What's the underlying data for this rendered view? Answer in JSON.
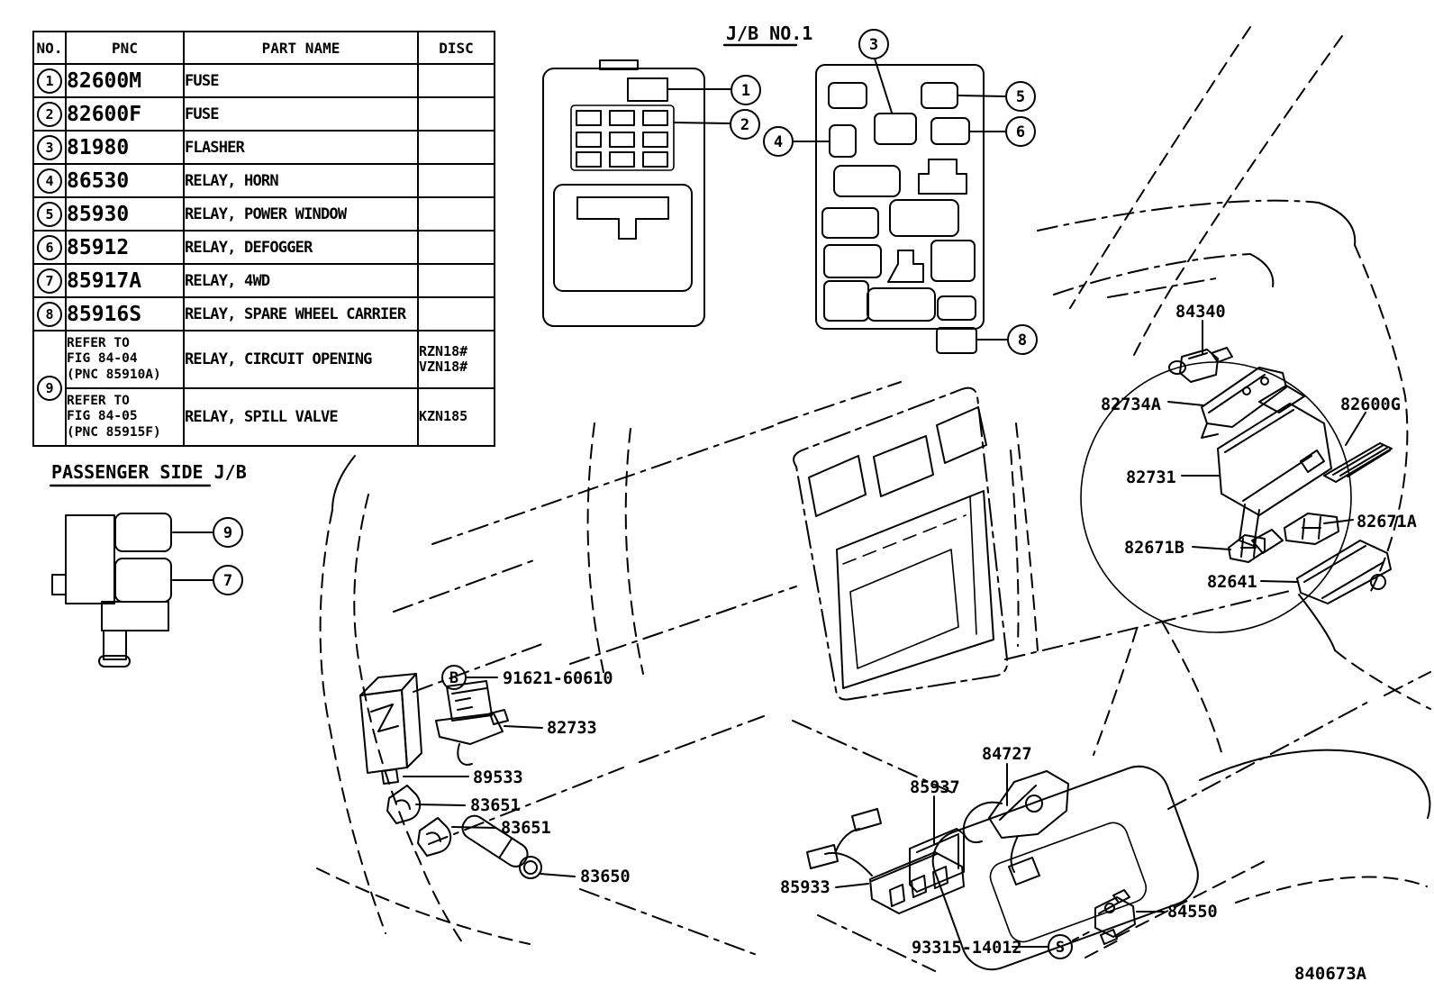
{
  "doc": {
    "code": "840673A"
  },
  "colors": {
    "ink": "#000000",
    "paper": "#ffffff"
  },
  "headings": {
    "jb1": "J/B NO.1",
    "passenger": "PASSENGER SIDE J/B"
  },
  "table": {
    "headers": {
      "no": "NO.",
      "pnc": "PNC",
      "part_name": "PART NAME",
      "disc": "DISC"
    },
    "rows": [
      {
        "no": "1",
        "pnc": "82600M",
        "part_name": "FUSE",
        "disc": ""
      },
      {
        "no": "2",
        "pnc": "82600F",
        "part_name": "FUSE",
        "disc": ""
      },
      {
        "no": "3",
        "pnc": "81980",
        "part_name": "FLASHER",
        "disc": ""
      },
      {
        "no": "4",
        "pnc": "86530",
        "part_name": "RELAY, HORN",
        "disc": ""
      },
      {
        "no": "5",
        "pnc": "85930",
        "part_name": "RELAY, POWER WINDOW",
        "disc": ""
      },
      {
        "no": "6",
        "pnc": "85912",
        "part_name": "RELAY, DEFOGGER",
        "disc": ""
      },
      {
        "no": "7",
        "pnc": "85917A",
        "part_name": "RELAY, 4WD",
        "disc": ""
      },
      {
        "no": "8",
        "pnc": "85916S",
        "part_name": "RELAY, SPARE WHEEL CARRIER",
        "disc": ""
      }
    ],
    "row9": {
      "no": "9",
      "sub1": {
        "pnc": "REFER TO\nFIG 84-04\n(PNC 85910A)",
        "part_name": "RELAY, CIRCUIT OPENING",
        "disc": "RZN18#\nVZN18#"
      },
      "sub2": {
        "pnc": "REFER TO\nFIG 84-05\n(PNC 85915F)",
        "part_name": "RELAY, SPILL VALVE",
        "disc": "KZN185"
      }
    }
  },
  "callouts": {
    "c1": "1",
    "c2": "2",
    "c3": "3",
    "c4": "4",
    "c5": "5",
    "c6": "6",
    "c7": "7",
    "c8": "8",
    "c9": "9",
    "cB": "B",
    "cS": "S"
  },
  "labels": {
    "l84340": "84340",
    "l82734a": "82734A",
    "l82600g": "82600G",
    "l82731": "82731",
    "l82671a": "82671A",
    "l82671b": "82671B",
    "l82641": "82641",
    "l91621": "91621-60610",
    "l82733": "82733",
    "l89533": "89533",
    "l83651a": "83651",
    "l83651b": "83651",
    "l83650": "83650",
    "l85933": "85933",
    "l85937": "85937",
    "l84727": "84727",
    "l93315": "93315-14012",
    "l84550": "84550"
  }
}
